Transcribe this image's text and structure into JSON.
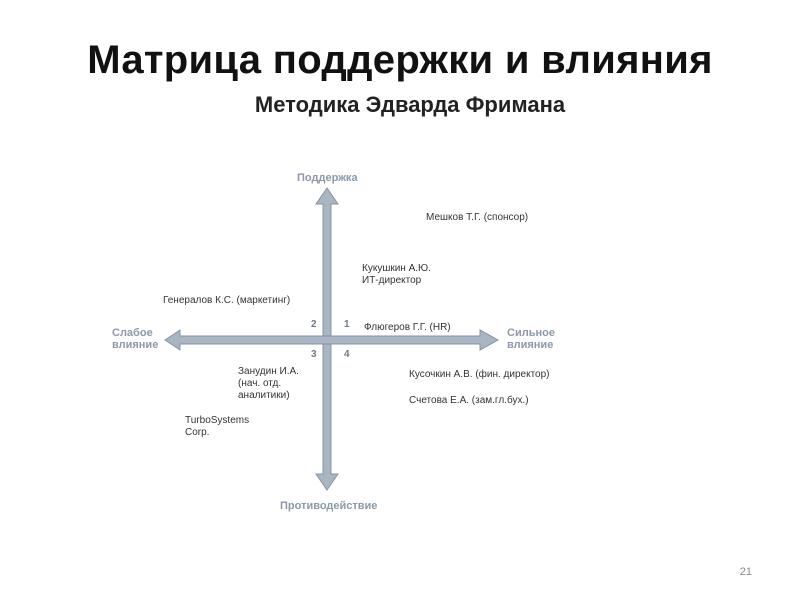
{
  "title": "Матрица поддержки и влияния",
  "subtitle": "Методика Эдварда Фримана",
  "axes": {
    "top": "Поддержка",
    "bottom": "Противодействие",
    "left_line1": "Слабое",
    "left_line2": "влияние",
    "right_line1": "Сильное",
    "right_line2": "влияние"
  },
  "quadrants": {
    "q1": "1",
    "q2": "2",
    "q3": "3",
    "q4": "4"
  },
  "stakeholders": {
    "meshkov": "Мешков Т.Г. (спонсор)",
    "kukushkin_1": "Кукушкин А.Ю.",
    "kukushkin_2": "ИТ-директор",
    "generalov": "Генералов К.С. (маркетинг)",
    "flyugerov": "Флюгеров Г.Г. (HR)",
    "zanudin_1": "Занудин И.А.",
    "zanudin_2": "(нач. отд.",
    "zanudin_3": "аналитики)",
    "kusochkin": "Кусочкин А.В. (фин. директор)",
    "schetova": "Счетова Е.А. (зам.гл.бух.)",
    "turbo_1": "TurboSystems",
    "turbo_2": "Corp."
  },
  "page_number": "21",
  "colors": {
    "arrow_fill": "#a9b5c2",
    "arrow_stroke": "#8594a4",
    "axis_label": "#8b99a8"
  }
}
